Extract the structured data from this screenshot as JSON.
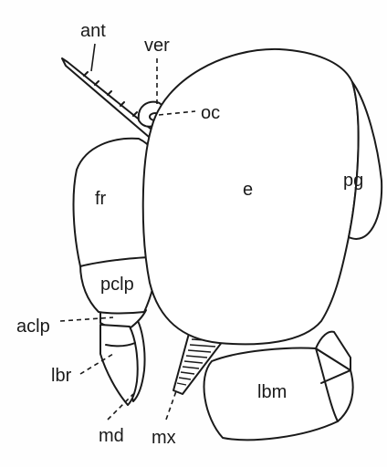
{
  "labels": {
    "ant": "ant",
    "ver": "ver",
    "oc": "oc",
    "fr": "fr",
    "e": "e",
    "pg": "pg",
    "pclp": "pclp",
    "aclp": "aclp",
    "lbr": "lbr",
    "lbm": "lbm",
    "md": "md",
    "mx": "mx"
  }
}
